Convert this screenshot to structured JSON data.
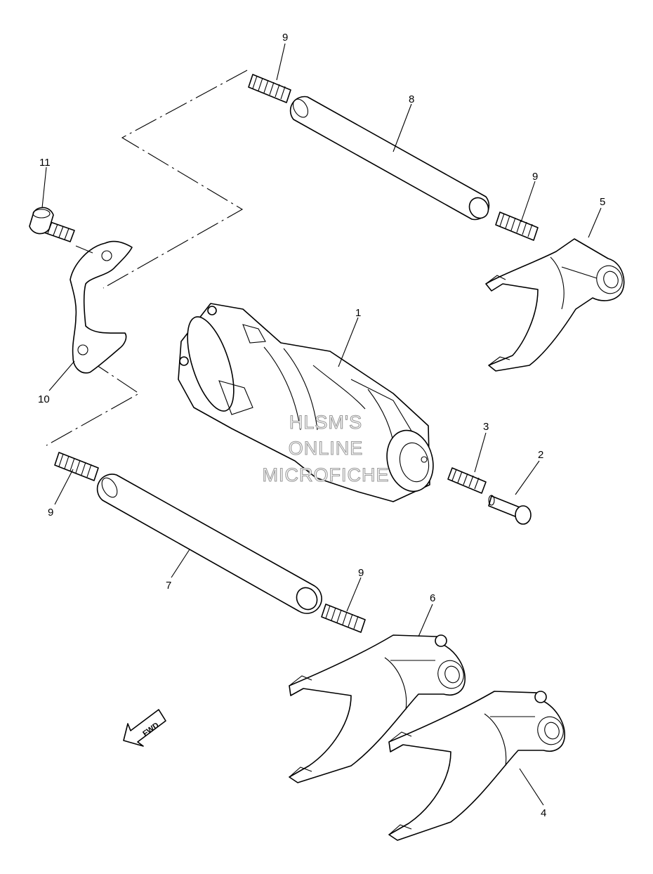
{
  "callouts": [
    {
      "id": "1",
      "label": "1"
    },
    {
      "id": "2",
      "label": "2"
    },
    {
      "id": "3",
      "label": "3"
    },
    {
      "id": "4",
      "label": "4"
    },
    {
      "id": "5",
      "label": "5"
    },
    {
      "id": "6",
      "label": "6"
    },
    {
      "id": "7",
      "label": "7"
    },
    {
      "id": "8",
      "label": "8"
    },
    {
      "id": "9a",
      "label": "9"
    },
    {
      "id": "9b",
      "label": "9"
    },
    {
      "id": "9c",
      "label": "9"
    },
    {
      "id": "9d",
      "label": "9"
    },
    {
      "id": "10",
      "label": "10"
    },
    {
      "id": "11",
      "label": "11"
    }
  ],
  "watermark": {
    "line1": "HLSM'S",
    "line2": "ONLINE",
    "line3": "MICROFICHE"
  },
  "direction_arrow": {
    "label": "FWD"
  }
}
